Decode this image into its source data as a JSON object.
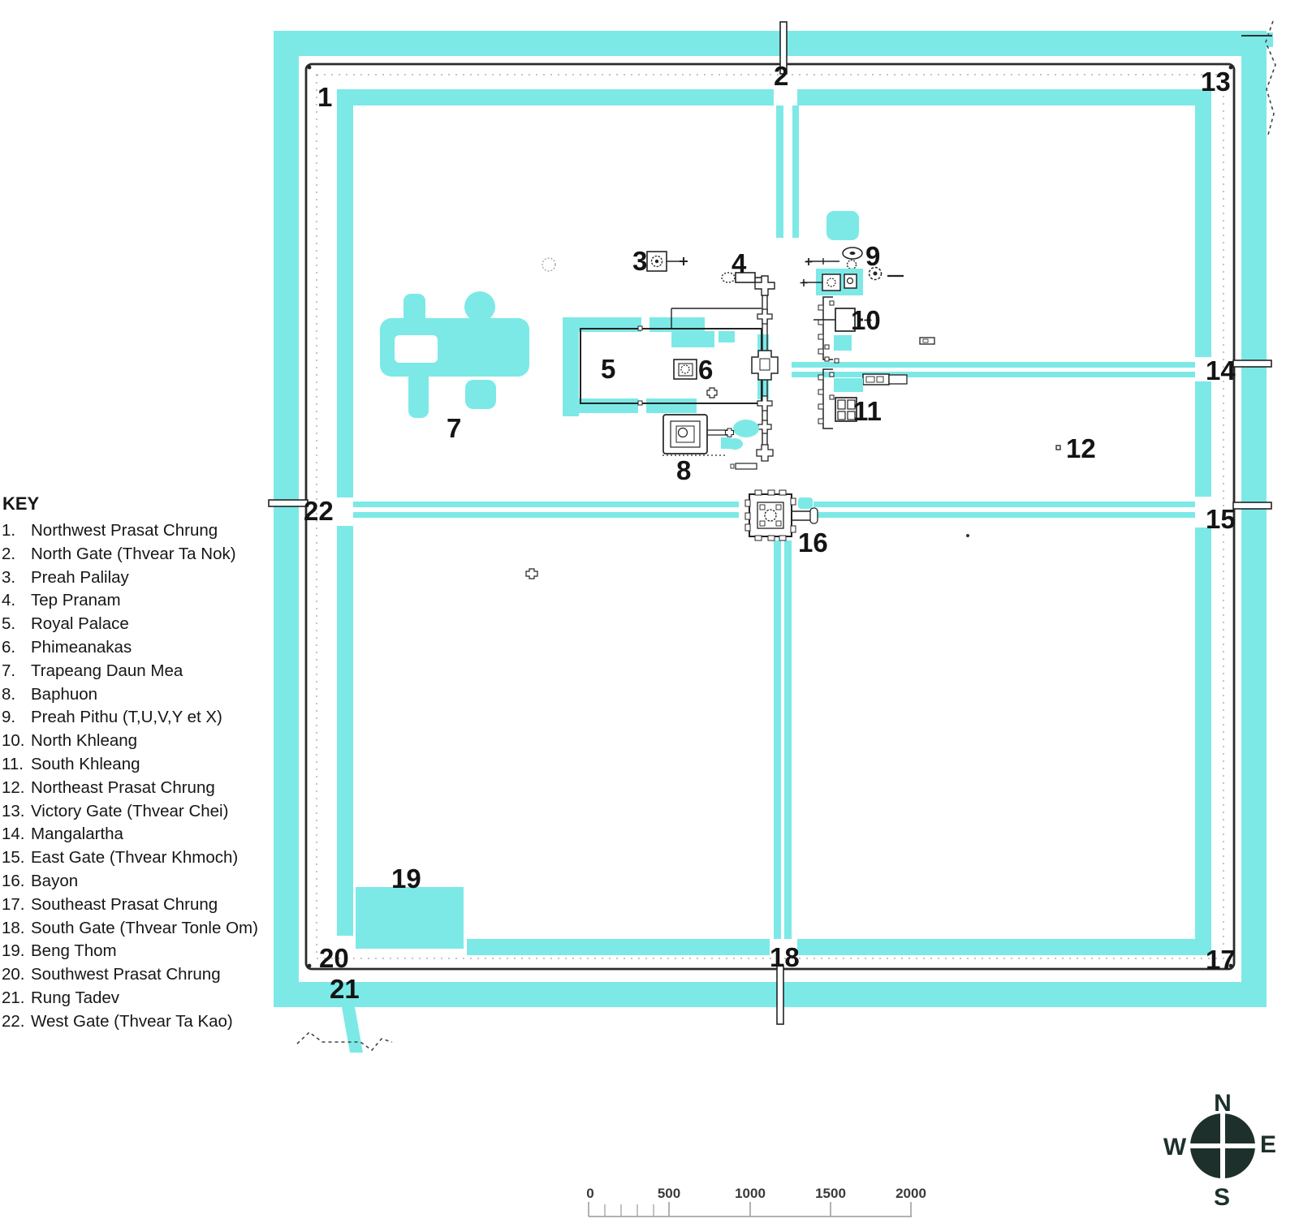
{
  "map": {
    "water_color": "#7CE9E7",
    "wall_color": "#2B2B2B",
    "labels": [
      {
        "n": "1"
      },
      {
        "n": "2"
      },
      {
        "n": "3"
      },
      {
        "n": "4"
      },
      {
        "n": "5"
      },
      {
        "n": "6"
      },
      {
        "n": "7"
      },
      {
        "n": "8"
      },
      {
        "n": "9"
      },
      {
        "n": "10"
      },
      {
        "n": "11"
      },
      {
        "n": "12"
      },
      {
        "n": "13"
      },
      {
        "n": "14"
      },
      {
        "n": "15"
      },
      {
        "n": "16"
      },
      {
        "n": "17"
      },
      {
        "n": "18"
      },
      {
        "n": "19"
      },
      {
        "n": "20"
      },
      {
        "n": "21"
      },
      {
        "n": "22"
      }
    ]
  },
  "key": {
    "title": "KEY",
    "items": [
      {
        "num": "1.",
        "label": "Northwest Prasat Chrung"
      },
      {
        "num": "2.",
        "label": "North Gate (Thvear Ta Nok)"
      },
      {
        "num": "3.",
        "label": "Preah Palilay"
      },
      {
        "num": "4.",
        "label": "Tep Pranam"
      },
      {
        "num": "5.",
        "label": "Royal Palace"
      },
      {
        "num": "6.",
        "label": "Phimeanakas"
      },
      {
        "num": "7.",
        "label": "Trapeang Daun Mea"
      },
      {
        "num": "8.",
        "label": "Baphuon"
      },
      {
        "num": "9.",
        "label": "Preah Pithu (T,U,V,Y et X)"
      },
      {
        "num": "10.",
        "label": "North Khleang"
      },
      {
        "num": "11.",
        "label": "South Khleang"
      },
      {
        "num": "12.",
        "label": "Northeast Prasat Chrung"
      },
      {
        "num": "13.",
        "label": "Victory Gate (Thvear Chei)"
      },
      {
        "num": "14.",
        "label": "Mangalartha"
      },
      {
        "num": "15.",
        "label": "East Gate (Thvear Khmoch)"
      },
      {
        "num": "16.",
        "label": "Bayon"
      },
      {
        "num": "17.",
        "label": "Southeast Prasat Chrung"
      },
      {
        "num": "18.",
        "label": "South Gate (Thvear Tonle Om)"
      },
      {
        "num": "19.",
        "label": "Beng Thom"
      },
      {
        "num": "20.",
        "label": "Southwest Prasat Chrung"
      },
      {
        "num": "21.",
        "label": "Rung Tadev"
      },
      {
        "num": "22.",
        "label": "West Gate (Thvear Ta Kao)"
      }
    ]
  },
  "compass": {
    "north": "N",
    "east": "E",
    "south": "S",
    "west": "W",
    "color": "#1D302C"
  },
  "scalebar": {
    "labels": [
      "0",
      "500",
      "1000",
      "1500",
      "2000"
    ]
  }
}
